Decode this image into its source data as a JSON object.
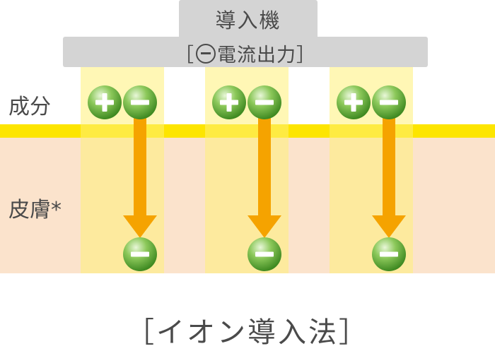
{
  "device": {
    "title": "導入機",
    "subtitle_open": "［",
    "subtitle_text": "電流出力",
    "subtitle_close": "］"
  },
  "labels": {
    "component": "成分",
    "skin": "皮膚*"
  },
  "caption": "［イオン導入法］",
  "ions": {
    "plus_symbol": "+",
    "minus_symbol": "−",
    "columns": 3
  },
  "colors": {
    "device_gray": "#d4d4d4",
    "skin": "#fbe3cc",
    "surface_band": "#fde500",
    "column_highlight": "#fff078",
    "arrow": "#f5a300",
    "ion_green": "#6db33f",
    "text": "#4a4a4a"
  }
}
